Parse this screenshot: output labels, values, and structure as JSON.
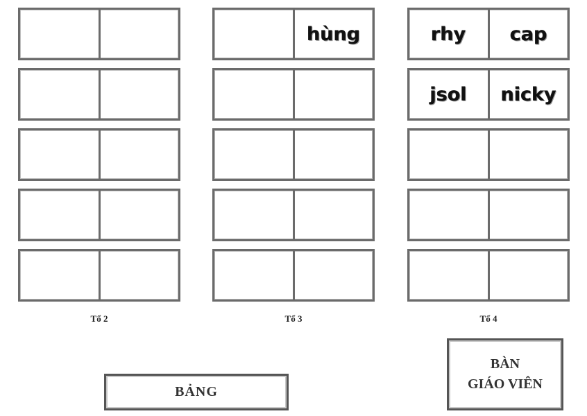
{
  "groups": [
    {
      "label": "Tổ 2",
      "rows": [
        [
          "",
          ""
        ],
        [
          "",
          ""
        ],
        [
          "",
          ""
        ],
        [
          "",
          ""
        ],
        [
          "",
          ""
        ]
      ]
    },
    {
      "label": "Tổ 3",
      "rows": [
        [
          "",
          "hùng"
        ],
        [
          "",
          ""
        ],
        [
          "",
          ""
        ],
        [
          "",
          ""
        ],
        [
          "",
          ""
        ]
      ]
    },
    {
      "label": "Tổ 4",
      "rows": [
        [
          "rhy",
          "cap"
        ],
        [
          "jsol",
          "nicky"
        ],
        [
          "",
          ""
        ],
        [
          "",
          ""
        ],
        [
          "",
          ""
        ]
      ]
    }
  ],
  "board_label": "BẢNG",
  "teacher_desk": {
    "line1": "BÀN",
    "line2": "GIÁO VIÊN"
  }
}
